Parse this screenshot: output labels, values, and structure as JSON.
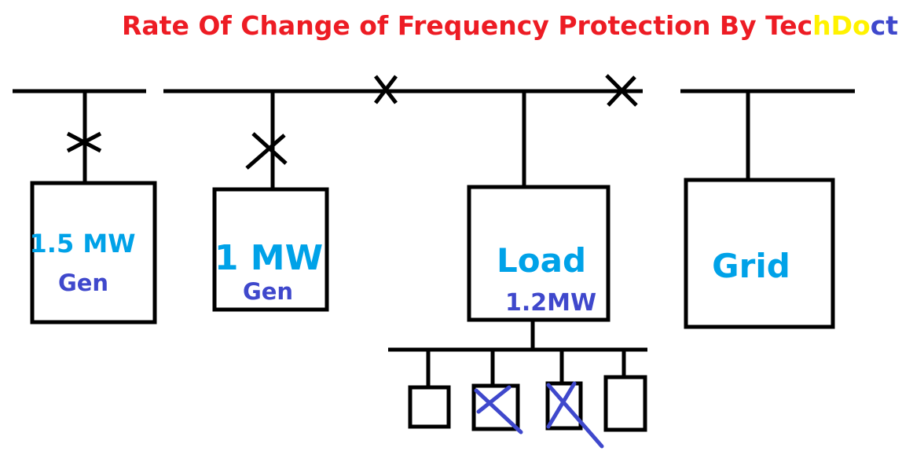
{
  "title": {
    "parts": [
      {
        "text": "Rate Of Change of Frequency Protection By Tec",
        "color": "#ed1c24"
      },
      {
        "text": "hDo",
        "color": "#fff200"
      },
      {
        "text": "ct",
        "color": "#3f48cc"
      }
    ]
  },
  "generator1": {
    "rating": "1.5 MW",
    "label": "Gen"
  },
  "generator2": {
    "rating": "1 MW",
    "label": "Gen"
  },
  "load": {
    "label": "Load",
    "rating": "1.2MW"
  },
  "grid": {
    "label": "Grid"
  },
  "colors": {
    "primary_text": "#00a2e8",
    "secondary_text": "#3f48cc",
    "tripped_marker": "#3f48cc",
    "lines": "#000000"
  }
}
